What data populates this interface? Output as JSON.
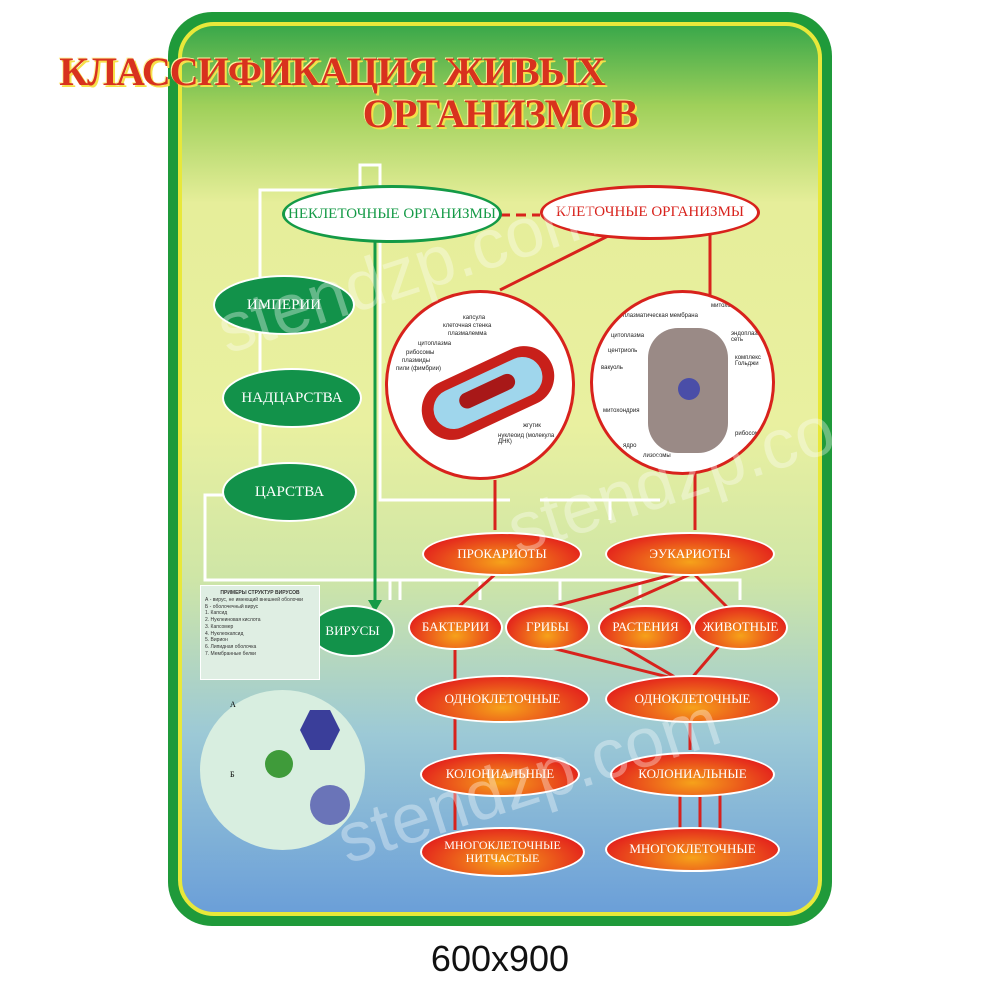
{
  "title": {
    "line1": "КЛАССИФИКАЦИЯ ЖИВЫХ",
    "line2": "ОРГАНИЗМОВ"
  },
  "top": {
    "noncellular": "НЕКЛЕТОЧНЫЕ ОРГАНИЗМЫ",
    "cellular": "КЛЕТОЧНЫЕ ОРГАНИЗМЫ"
  },
  "left": [
    "ИМПЕРИИ",
    "НАДЦАРСТВА",
    "ЦАРСТВА"
  ],
  "viruses": "ВИРУСЫ",
  "virus_box": {
    "title": "ПРИМЕРЫ СТРУКТУР ВИРУСОВ",
    "items": [
      "А - вирус, не имеющий внешней оболочки",
      "Б - оболочечный вирус",
      "1. Капсид",
      "2. Нуклеиновая кислота",
      "3. Капсомер",
      "4. Нуклеокапсид",
      "5. Вирион",
      "6. Липидная оболочка",
      "7. Мембранные белки"
    ]
  },
  "virus_figure": {
    "label_a": "А",
    "label_b": "Б"
  },
  "prokaryote_labels": [
    "капсула",
    "клеточная стенка",
    "плазмалемма",
    "цитоплазма",
    "рибосомы",
    "плазмиды",
    "пили (фимбрии)",
    "жгутик",
    "нуклеоид (молекула ДНК)"
  ],
  "eukaryote_labels": [
    "плазматическая мембрана",
    "митохондрии",
    "цитоплазма",
    "центриоль",
    "вакуоль",
    "комплекс Гольджи",
    "эндоплазматическая сеть",
    "митохондрия",
    "рибосомы",
    "ядро",
    "лизосомы"
  ],
  "domains": {
    "prokaryotes": "ПРОКАРИОТЫ",
    "eukaryotes": "ЭУКАРИОТЫ"
  },
  "kingdoms": [
    "БАКТЕРИИ",
    "ГРИБЫ",
    "РАСТЕНИЯ",
    "ЖИВОТНЫЕ"
  ],
  "levels_left": [
    "ОДНОКЛЕТОЧНЫЕ",
    "КОЛОНИАЛЬНЫЕ",
    "МНОГОКЛЕТОЧНЫЕ НИТЧАСТЫЕ"
  ],
  "levels_right": [
    "ОДНОКЛЕТОЧНЫЕ",
    "КОЛОНИАЛЬНЫЕ",
    "МНОГОКЛЕТОЧНЫЕ"
  ],
  "watermark": "stendzp.com",
  "caption": "600x900",
  "colors": {
    "green": "#12924a",
    "red": "#e4261c",
    "orange": "#f6a21a",
    "border": "#1f9a3a"
  }
}
